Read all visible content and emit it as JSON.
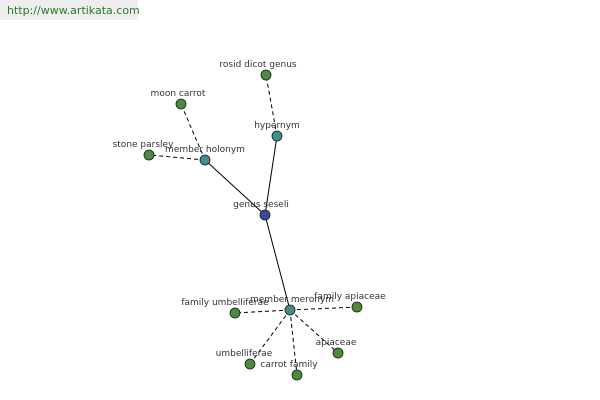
{
  "header": {
    "url": "http://www.artikata.com"
  },
  "colors": {
    "central": "#3a4a98",
    "relation": "#3f8e8a",
    "leaf": "#4c8a3c",
    "edge": "#000000",
    "label": "#333333"
  },
  "graph": {
    "nodes": [
      {
        "id": "genus-seseli",
        "label": "genus seseli",
        "kind": "central"
      },
      {
        "id": "member-holonym",
        "label": "member holonym",
        "kind": "relation"
      },
      {
        "id": "hypernym",
        "label": "hypernym",
        "kind": "relation"
      },
      {
        "id": "member-meronym",
        "label": "member meronym",
        "kind": "relation"
      },
      {
        "id": "moon-carrot",
        "label": "moon carrot",
        "kind": "leaf"
      },
      {
        "id": "stone-parsley",
        "label": "stone parsley",
        "kind": "leaf"
      },
      {
        "id": "rosid-dicot-genus",
        "label": "rosid dicot genus",
        "kind": "leaf"
      },
      {
        "id": "family-umbelliferae",
        "label": "family umbelliferae",
        "kind": "leaf"
      },
      {
        "id": "family-apiaceae",
        "label": "family apiaceae",
        "kind": "leaf"
      },
      {
        "id": "umbelliferae",
        "label": "umbelliferae",
        "kind": "leaf"
      },
      {
        "id": "carrot-family",
        "label": "carrot family",
        "kind": "leaf"
      },
      {
        "id": "apiaceae",
        "label": "apiaceae",
        "kind": "leaf"
      }
    ],
    "edges": [
      {
        "from": "genus-seseli",
        "to": "member-holonym",
        "style": "solid"
      },
      {
        "from": "genus-seseli",
        "to": "hypernym",
        "style": "solid"
      },
      {
        "from": "genus-seseli",
        "to": "member-meronym",
        "style": "solid"
      },
      {
        "from": "member-holonym",
        "to": "moon-carrot",
        "style": "dashed"
      },
      {
        "from": "member-holonym",
        "to": "stone-parsley",
        "style": "dashed"
      },
      {
        "from": "hypernym",
        "to": "rosid-dicot-genus",
        "style": "dashed"
      },
      {
        "from": "member-meronym",
        "to": "family-umbelliferae",
        "style": "dashed"
      },
      {
        "from": "member-meronym",
        "to": "family-apiaceae",
        "style": "dashed"
      },
      {
        "from": "member-meronym",
        "to": "umbelliferae",
        "style": "dashed"
      },
      {
        "from": "member-meronym",
        "to": "carrot-family",
        "style": "dashed"
      },
      {
        "from": "member-meronym",
        "to": "apiaceae",
        "style": "dashed"
      }
    ]
  }
}
